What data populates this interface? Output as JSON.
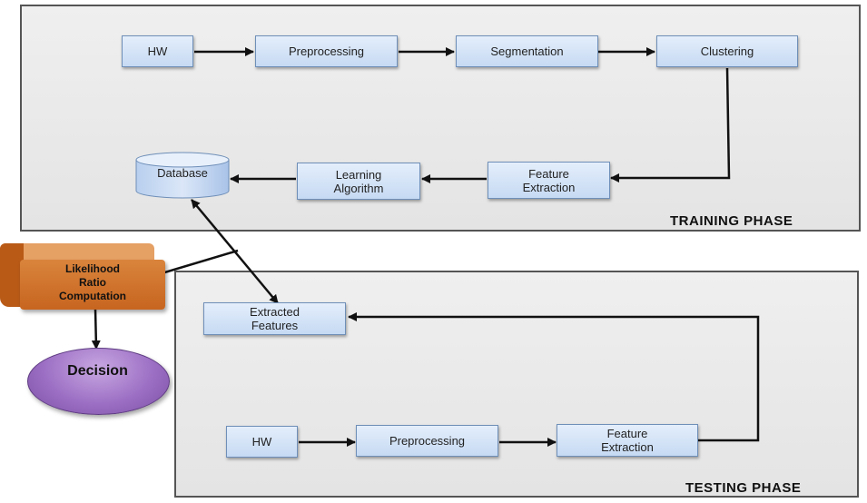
{
  "training_phase": {
    "label": "TRAINING PHASE",
    "nodes": {
      "hw": "HW",
      "preprocessing": "Preprocessing",
      "segmentation": "Segmentation",
      "clustering": "Clustering",
      "feature_extraction": "Feature\nExtraction",
      "learning_algorithm": "Learning\nAlgorithm",
      "database": "Database"
    }
  },
  "testing_phase": {
    "label": "TESTING PHASE",
    "nodes": {
      "hw": "HW",
      "preprocessing": "Preprocessing",
      "feature_extraction": "Feature\nExtraction",
      "extracted_features": "Extracted\nFeatures"
    }
  },
  "likelihood_ratio": "Likelihood\nRatio\nComputation",
  "decision": "Decision",
  "colors": {
    "panel": "#e9e9e9",
    "box": "#c6daf3",
    "box_border": "#6f8fb8",
    "likelihood": "#c7651f",
    "decision": "#9c6fc4"
  }
}
